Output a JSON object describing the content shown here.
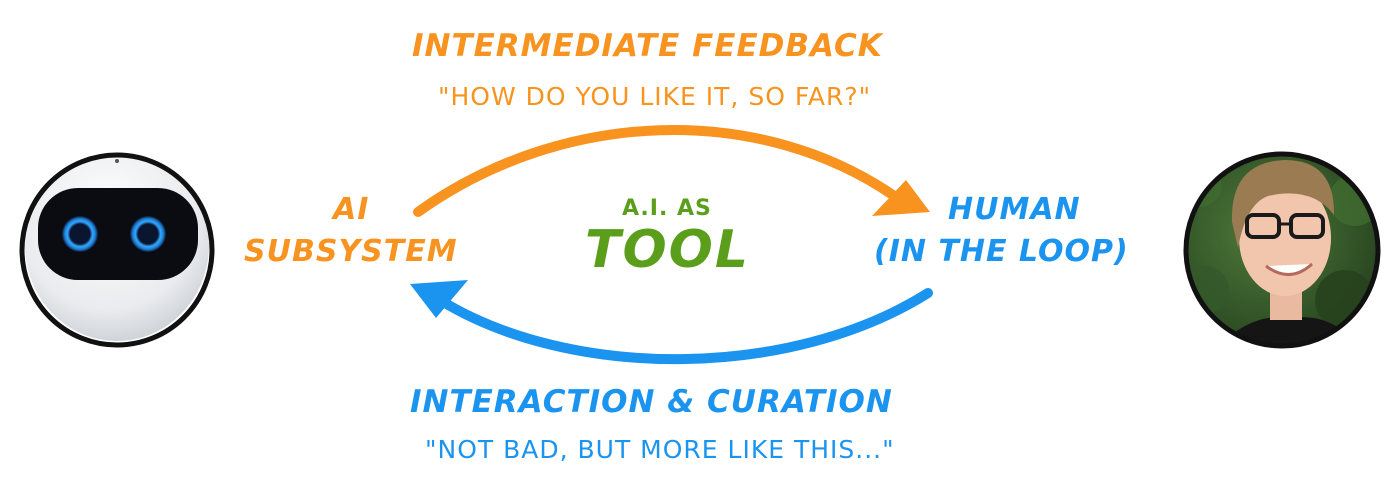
{
  "colors": {
    "orange": "#f7931e",
    "blue": "#1b94f0",
    "green": "#5a9e1c"
  },
  "top_flow": {
    "title": "INTERMEDIATE FEEDBACK",
    "quote": "\"HOW DO YOU LIKE IT, SO FAR?\""
  },
  "bottom_flow": {
    "title": "INTERACTION & CURATION",
    "quote": "\"NOT BAD, BUT MORE LIKE THIS...\""
  },
  "ai_node": {
    "line1": "AI",
    "line2": "SUBSYSTEM"
  },
  "human_node": {
    "line1": "HUMAN",
    "line2": "(IN THE LOOP)"
  },
  "center": {
    "small": "A.I. AS",
    "large": "TOOL"
  }
}
